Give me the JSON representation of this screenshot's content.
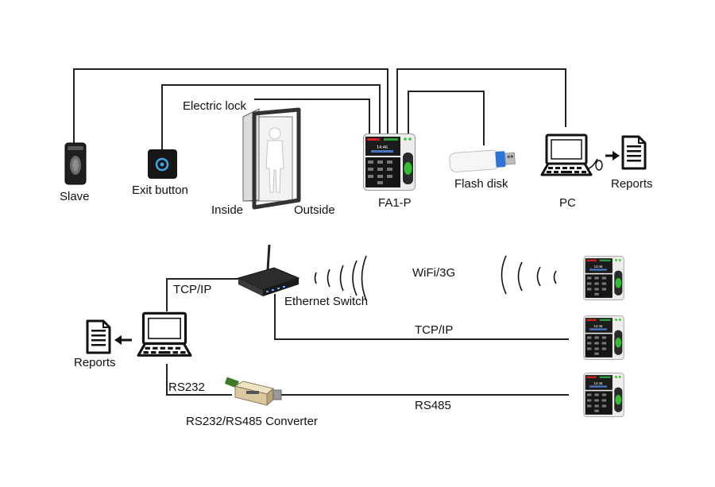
{
  "top": {
    "slave": "Slave",
    "exit_button": "Exit button",
    "electric_lock": "Electric lock",
    "inside": "Inside",
    "outside": "Outside",
    "device": "FA1-P",
    "device_time": "14:46",
    "flash_disk": "Flash disk",
    "pc": "PC",
    "reports": "Reports"
  },
  "bottom": {
    "tcpip_pc": "TCP/IP",
    "ethernet_switch": "Ethernet Switch",
    "wifi": "WiFi/3G",
    "tcpip_link": "TCP/IP",
    "reports": "Reports",
    "rs232": "RS232",
    "converter": "RS232/RS485 Converter",
    "rs485": "RS485",
    "device_time": "14:46"
  }
}
